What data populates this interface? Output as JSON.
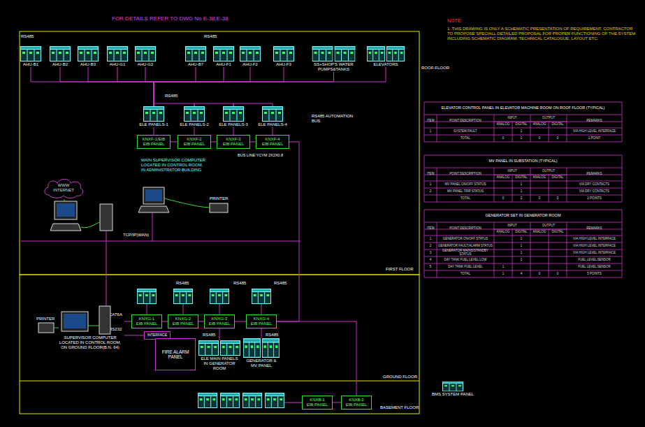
{
  "diagram": {
    "title": "FOR DETAILS REFER TO DWG No E-38,E-38",
    "nodes": [
      {
        "text": [
          "AHU-B1"
        ]
      },
      {
        "text": [
          "AHU-B2"
        ]
      },
      {
        "text": [
          "AHU-B3"
        ]
      },
      {
        "text": [
          "AHU-G1"
        ]
      },
      {
        "text": [
          "AHU-G2"
        ]
      },
      {
        "text": [
          "AHU-B7"
        ]
      },
      {
        "text": [
          "AHU-F1"
        ]
      },
      {
        "text": [
          "AHU-F2"
        ]
      },
      {
        "text": [
          "AHU-F3"
        ]
      },
      {
        "text": [
          "SS+SHOP'S WATER PUMPS&TANKS"
        ]
      },
      {
        "text": [
          "ELEVATORS"
        ]
      },
      {
        "text": [
          "ELE PANELS-1"
        ]
      },
      {
        "text": [
          "ELE PANELS-2"
        ]
      },
      {
        "text": [
          "ELE PANELS-3"
        ]
      },
      {
        "text": [
          "ELE PANELS-4"
        ]
      },
      {
        "text": [
          "KNXF-1/EIB",
          "EIB PANEL"
        ]
      },
      {
        "text": [
          "KNXF-2",
          "EIB PANEL"
        ]
      },
      {
        "text": [
          "KNXF-3",
          "EIB PANEL"
        ]
      },
      {
        "text": [
          "KNXF-4",
          "EIB PANEL"
        ]
      },
      {
        "text": [
          "WWW INTERNET"
        ]
      },
      {
        "text": [
          "SUPERVISOR COMPUTER LOCATED IN CONTROL ROOM, ON GROUND FLOOR(B.N. 64)"
        ]
      },
      {
        "text": [
          "KNXG-1",
          "EIB PANEL"
        ]
      },
      {
        "text": [
          "KNXG-2",
          "EIB PANEL"
        ]
      },
      {
        "text": [
          "KNXG-3",
          "EIB PANEL"
        ]
      },
      {
        "text": [
          "KNXG-4",
          "EIB PANEL"
        ]
      },
      {
        "text": [
          "INTERFACE"
        ]
      },
      {
        "text": [
          "FIRE ALARM PANEL"
        ]
      },
      {
        "text": [
          "ELE MAIN PANELS IN GENERATOR ROOM"
        ]
      },
      {
        "text": [
          "GENERATOR & MV PANEL"
        ]
      },
      {
        "text": [
          "KNXB-1",
          "EIB PANEL"
        ]
      },
      {
        "text": [
          "KNXB-2",
          "EIB PANEL"
        ]
      },
      {
        "text": [
          "BMS SYSTEM PANEL"
        ]
      }
    ],
    "edges": [
      {
        "from": 0,
        "to": 11,
        "arrow": "none"
      },
      {
        "from": 1,
        "to": 11,
        "arrow": "none"
      },
      {
        "from": 2,
        "to": 11,
        "arrow": "none"
      },
      {
        "from": 3,
        "to": 11,
        "arrow": "none"
      },
      {
        "from": 4,
        "to": 11,
        "arrow": "none"
      },
      {
        "from": 5,
        "to": 11,
        "arrow": "none"
      },
      {
        "from": 6,
        "to": 11,
        "arrow": "none"
      },
      {
        "from": 7,
        "to": 11,
        "arrow": "none"
      },
      {
        "from": 8,
        "to": 11,
        "arrow": "none"
      },
      {
        "from": 9,
        "to": 11,
        "arrow": "none"
      },
      {
        "from": 10,
        "to": 11,
        "arrow": "none"
      },
      {
        "from": 11,
        "to": 15,
        "arrow": "none"
      },
      {
        "from": 12,
        "to": 16,
        "arrow": "none"
      },
      {
        "from": 13,
        "to": 17,
        "arrow": "none"
      },
      {
        "from": 14,
        "to": 18,
        "arrow": "none"
      },
      {
        "from": 15,
        "to": 16,
        "arrow": "none"
      },
      {
        "from": 16,
        "to": 17,
        "arrow": "none"
      },
      {
        "from": 17,
        "to": 18,
        "arrow": "none"
      },
      {
        "from": 11,
        "to": 12,
        "arrow": "none"
      },
      {
        "from": 12,
        "to": 13,
        "arrow": "none"
      },
      {
        "from": 13,
        "to": 14,
        "arrow": "none"
      },
      {
        "from": 18,
        "to": 24,
        "arrow": "none"
      },
      {
        "from": 20,
        "to": 21,
        "arrow": "none"
      },
      {
        "from": 20,
        "to": 25,
        "arrow": "none"
      },
      {
        "from": 25,
        "to": 26,
        "arrow": "none"
      },
      {
        "from": 21,
        "to": 22,
        "arrow": "none"
      },
      {
        "from": 22,
        "to": 23,
        "arrow": "none"
      },
      {
        "from": 23,
        "to": 24,
        "arrow": "none"
      },
      {
        "from": 27,
        "to": 23,
        "arrow": "none"
      },
      {
        "from": 28,
        "to": 24,
        "arrow": "none"
      },
      {
        "from": 24,
        "to": 30,
        "arrow": "none"
      },
      {
        "from": 29,
        "to": 30,
        "arrow": "none"
      }
    ],
    "labels": [
      "NOTE:",
      "1. THIS DRAWING IS ONLY A SCHEMATIC PRESENTATION OF REQUIREMENT. CONTRACTOR TO PROPOSE SPECIALL DETAILED PROPOSAL FOR PROPER FUNCTIONING OF THE SYSTEM INCLUDING SCHEMATIC DIAGRAM, TECHNICAL CATALOGUE, LAYOUT ETC.",
      "RS485",
      "RS485",
      "ROOF-FLOOR",
      "RS485",
      "RS485 AUTOMATION BUS",
      "BUS LINE YCYM 2X2X0.8",
      "MAIN SUPERVISOR COMPUTER LOCATED IN CONTROL ROOM, IN ADMINISTRATOR BUILDING",
      "PRINTER",
      "TCP/IP(WAN)",
      "FIRST FLOOR",
      "RS485",
      "RS485",
      "RS485",
      "PRINTER",
      "CAT6A",
      "RS232",
      "RS485",
      "RS485",
      "GROUND FLOOR",
      "BASEMENT FLOOR",
      "ELEVATOR CONTROL PANEL IN ELEVATOR MACHINE ROOM ON ROOF FLOOR (TYPICAL)",
      "ITEM",
      "POINT DESCRIPTION",
      "INPUT",
      "OUTPUT",
      "REMARKS",
      "ANALOG",
      "DIGITAL",
      "ANALOG",
      "DIGITAL",
      "1",
      "SYSTEM FAULT",
      "1",
      "VIA HIGH LEVEL INTERFACE",
      "TOTAL",
      "0",
      "1",
      "0",
      "0",
      "1 POINT",
      "MV PANEL IN SUBSTATION (TYPICAL)",
      "ITEM",
      "POINT DESCRIPTION",
      "INPUT",
      "OUTPUT",
      "REMARKS",
      "ANALOG",
      "DIGITAL",
      "ANALOG",
      "DIGITAL",
      "1",
      "MV PANEL ON/OFF STATUS",
      "1",
      "VIA DRY CONTACTS",
      "2",
      "MV PANEL TRIP STATUS",
      "1",
      "VIA DRY CONTACTS",
      "TOTAL",
      "0",
      "2",
      "0",
      "0",
      "2 POINTS",
      "GENERATOR SET IN GENERATOR ROOM",
      "ITEM",
      "POINT DESCRIPTION",
      "INPUT",
      "OUTPUT",
      "REMARKS",
      "ANALOG",
      "DIGITAL",
      "ANALOG",
      "DIGITAL",
      "1",
      "GENERATOR ON/OFF STATUS",
      "1",
      "VIA HIGH LEVEL INTERFACE",
      "2",
      "GENERATOR FAULT/ALARM STATUS",
      "1",
      "VIA HIGH LEVEL INTERFACE",
      "3",
      "GENERATOR MAINS/STANDBY STATUS",
      "1",
      "VIA HIGH LEVEL INTERFACE",
      "4",
      "DAY TANK FUEL LEVEL LOW",
      "1",
      "FUEL LEVEL SENSOR",
      "5",
      "DAY TANK FUEL LEVEL",
      "1",
      "FUEL LEVEL SENSOR",
      "TOTAL",
      "1",
      "4",
      "0",
      "0",
      "5 POINTS"
    ]
  }
}
